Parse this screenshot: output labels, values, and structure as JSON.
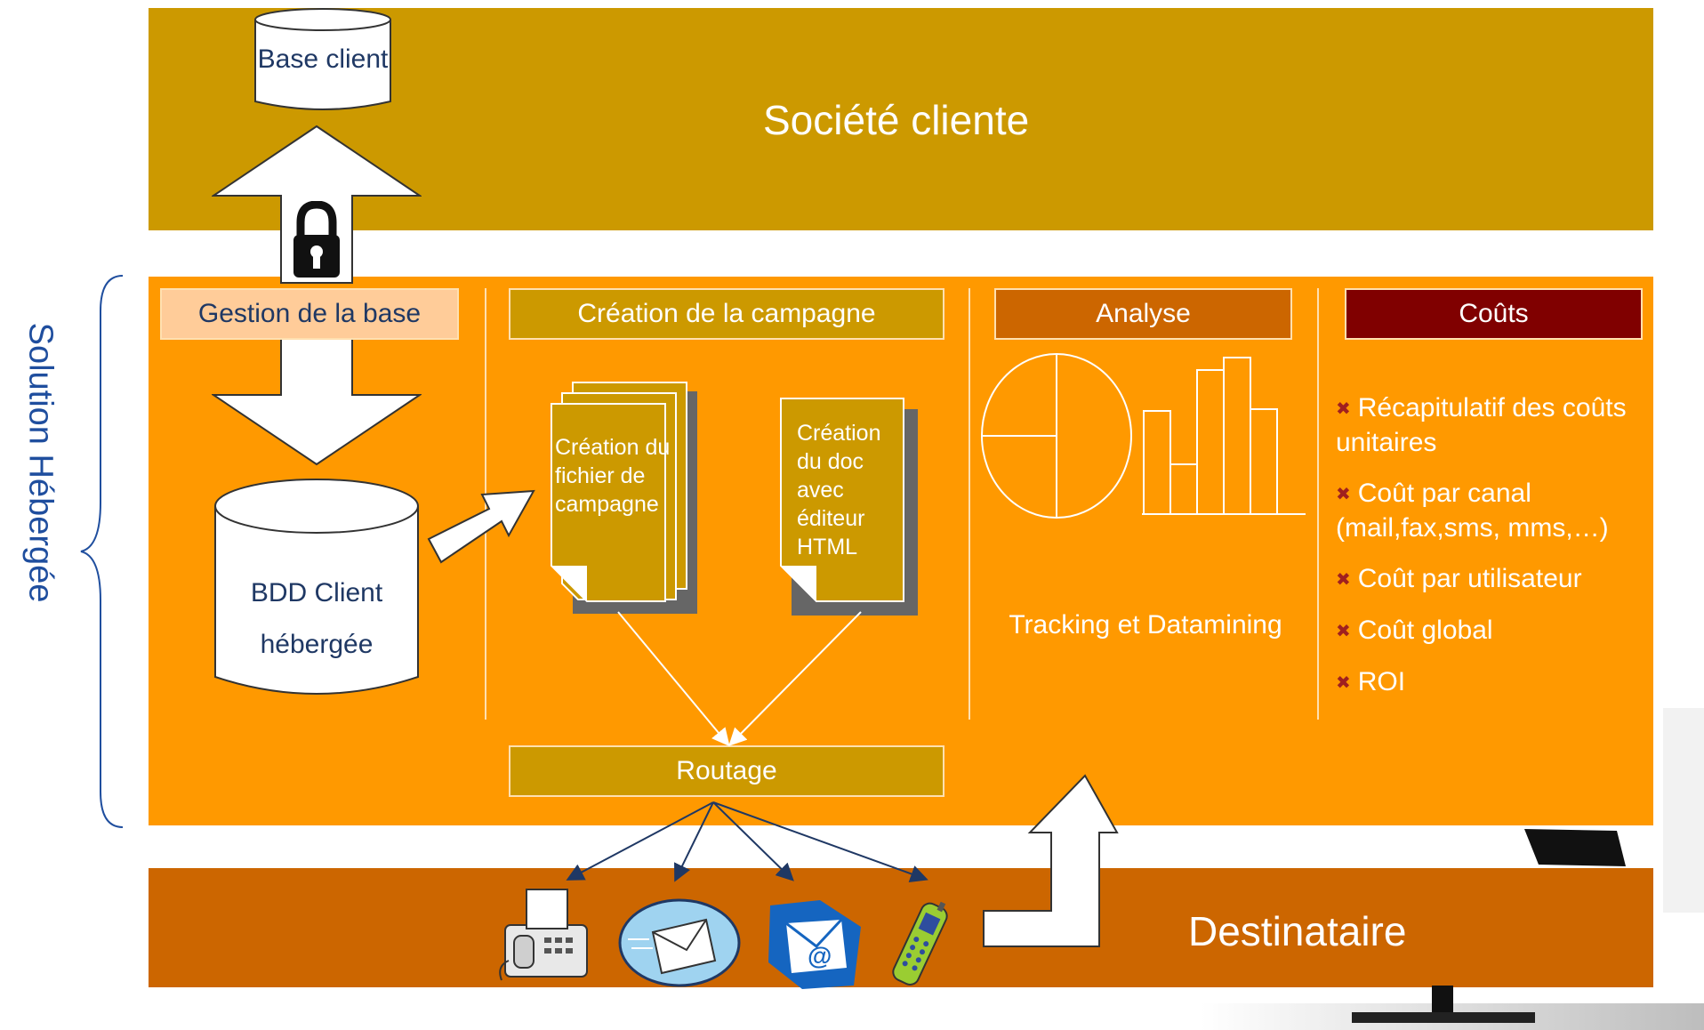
{
  "title_top": "Société cliente",
  "title_bottom": "Destinataire",
  "side_label": "Solution Hébergée",
  "base_client": "Base client",
  "bdd_client_line1": "BDD Client",
  "bdd_client_line2": "hébergée",
  "sections": {
    "gestion": "Gestion de la base",
    "creation": "Création de la campagne",
    "analyse": "Analyse",
    "couts": "Coûts"
  },
  "doc_fichier": "Création du fichier de campagne",
  "doc_html": "Création du doc avec éditeur HTML",
  "routage": "Routage",
  "tracking": "Tracking et Datamining",
  "costs": [
    "Récapitulatif des coûts unitaires",
    "Coût par canal (mail,fax,sms, mms,…)",
    "Coût par utilisateur",
    "Coût global",
    "ROI"
  ],
  "channels": [
    "fax-icon",
    "mail-icon",
    "email-icon",
    "mobile-phone-icon"
  ],
  "colors": {
    "top_band": "#cc9900",
    "middle_band": "#ff9900",
    "bottom_band": "#cc6600",
    "gestion_header": "#ffcc99",
    "creation_header": "#cc9900",
    "analyse_header": "#cc6600",
    "couts_header": "#800000",
    "side_label": "#1f4e9e"
  }
}
